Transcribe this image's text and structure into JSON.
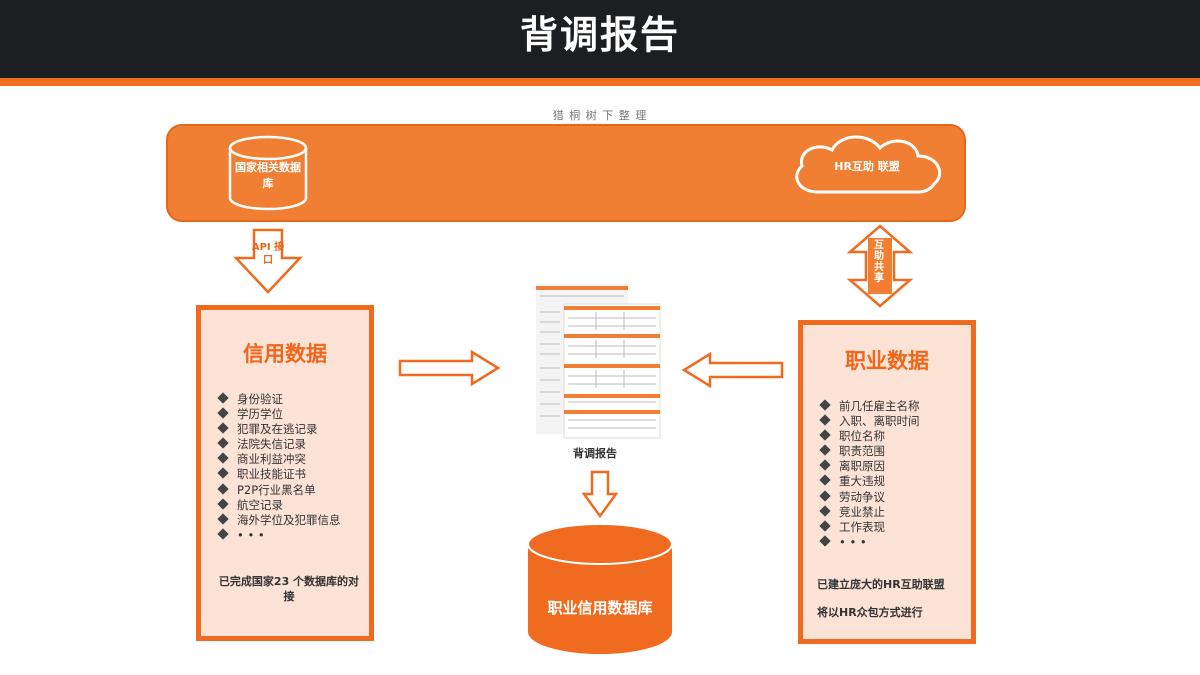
{
  "header": {
    "title": "背调报告"
  },
  "source_note": "猎 桐 树 下 整 理",
  "top_band": {
    "database_label": "国家相关数据库",
    "alliance_label": "HR互助 联盟"
  },
  "arrows": {
    "api_label": "API 接口",
    "mutual_label": "互助共享"
  },
  "credit_panel": {
    "title": "信用数据",
    "items": [
      "身份验证",
      "学历学位",
      "犯罪及在逃记录",
      "法院失信记录",
      "商业利益冲突",
      "职业技能证书",
      "P2P行业黑名单",
      "航空记录",
      "海外学位及犯罪信息",
      "• • •"
    ],
    "note": "已完成国家23 个数据库的对接"
  },
  "career_panel": {
    "title": "职业数据",
    "items": [
      "前几任雇主名称",
      "入职、离职时间",
      "职位名称",
      "职责范围",
      "离职原因",
      "重大违规",
      "劳动争议",
      "竞业禁止",
      "工作表现",
      "• • •"
    ],
    "note1": "已建立庞大的HR互助联盟",
    "note2": "将以HR众包方式进行"
  },
  "report_label": "背调报告",
  "database_label": "职业信用数据库",
  "colors": {
    "accent": "#f06a1f",
    "band": "#f07f33",
    "panel_bg": "#fde3d6",
    "header_bg": "#1c1e22"
  },
  "icons": [
    "database-cylinder-icon",
    "cloud-icon",
    "down-arrow-icon",
    "double-arrow-icon",
    "right-arrow-icon",
    "left-arrow-icon",
    "report-document-icon"
  ]
}
